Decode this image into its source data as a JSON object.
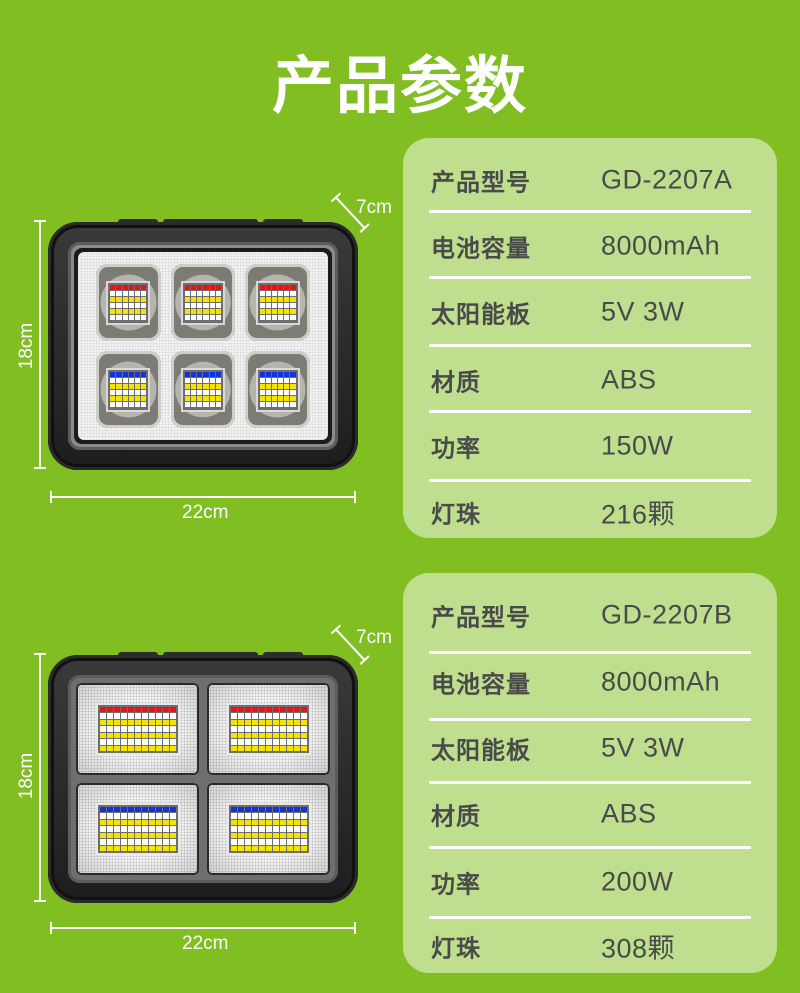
{
  "page": {
    "title": "产品参数",
    "colors": {
      "background": "#80BE22",
      "panel": "#BFDF8F",
      "text": "#4A4A4A",
      "divider": "#FFFFFF"
    }
  },
  "products": [
    {
      "id": "A",
      "image": {
        "icon": "solar-flood-light-6-module-icon",
        "modules": 6,
        "dimensions": {
          "depth": "7cm",
          "height": "18cm",
          "width": "22cm"
        }
      },
      "specs": [
        {
          "label": "产品型号",
          "value": "GD-2207A"
        },
        {
          "label": "电池容量",
          "value": "8000mAh"
        },
        {
          "label": "太阳能板",
          "value": "5V 3W"
        },
        {
          "label": "材质",
          "value": "ABS"
        },
        {
          "label": "功率",
          "value": "150W"
        },
        {
          "label": "灯珠",
          "value": "216颗"
        }
      ]
    },
    {
      "id": "B",
      "image": {
        "icon": "solar-flood-light-4-module-icon",
        "modules": 4,
        "dimensions": {
          "depth": "7cm",
          "height": "18cm",
          "width": "22cm"
        }
      },
      "specs": [
        {
          "label": "产品型号",
          "value": "GD-2207B"
        },
        {
          "label": "电池容量",
          "value": "8000mAh"
        },
        {
          "label": "太阳能板",
          "value": "5V 3W"
        },
        {
          "label": "材质",
          "value": "ABS"
        },
        {
          "label": "功率",
          "value": "200W"
        },
        {
          "label": "灯珠",
          "value": "308颗"
        }
      ]
    }
  ]
}
